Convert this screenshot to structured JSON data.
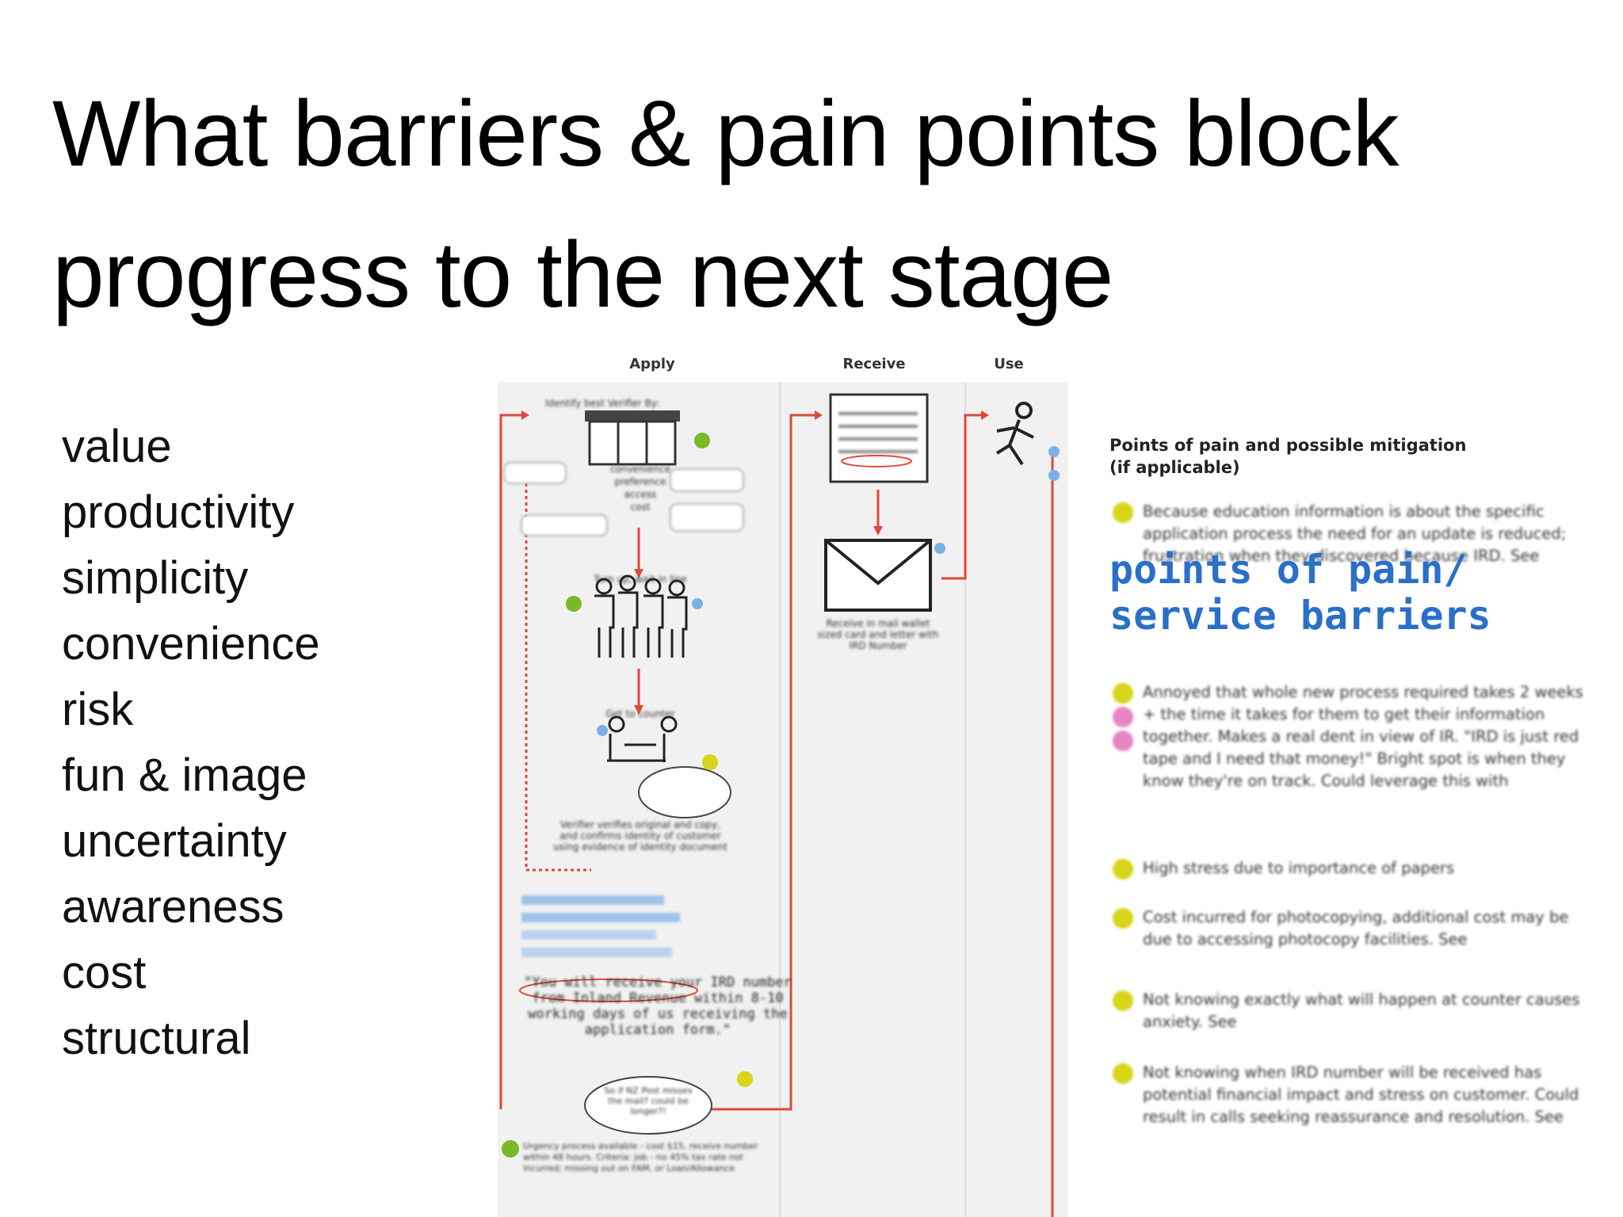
{
  "title": {
    "line1": "What barriers & pain points block",
    "line2": "progress to the next stage"
  },
  "factors": [
    "value",
    "productivity",
    "simplicity",
    "convenience",
    "risk",
    "fun & image",
    "uncertainty",
    "awareness",
    "cost",
    "structural"
  ],
  "journey_map": {
    "columns": [
      "Apply",
      "Receive",
      "Use"
    ],
    "steps": {
      "identify": "Identify best Verifier By:",
      "factor1": "convenience",
      "factor2": "preference",
      "factor3": "access",
      "factor4": "cost",
      "turn_up": "Turn up, wait in line",
      "counter": "Get to counter",
      "verifier": "Verifier verifies original and copy, and confirms identity of customer using evidence of identity document",
      "receive_mail": "Receive in mail wallet sized card and letter with IRD Number",
      "urgency": "Urgency process available - cost $15, receive number within 48 hours. Criteria: job - no 45% tax rate not incurred; missing out on FAM, or Loan/Allowance"
    },
    "quote": "\"You will receive your IRD number from Inland Revenue within 8-10 working days of us receiving the application form.\"",
    "thought": "So if NZ Post misses the mail? could be longer?!"
  },
  "pain_points": {
    "heading_line1": "Points of pain and possible mitigation",
    "heading_line2": "(if applicable)",
    "overlay_line1": "points of pain/",
    "overlay_line2": "service barriers",
    "items": [
      "Because education information is about the specific application process the need for an update is reduced; frustration when they discovered because IRD. See",
      "Annoyed that whole new process required takes 2 weeks + the time it takes for them to get their information together. Makes a real dent in view of IR. \"IRD is just red tape and I need that money!\" Bright spot is when they know they're on track. Could leverage this with",
      "High stress due to importance of papers",
      "Cost incurred for photocopying, additional cost may be due to accessing photocopy facilities. See",
      "Not knowing exactly what will happen at counter causes anxiety. See",
      "Not knowing when IRD number will be received has potential financial impact and stress on customer. Could result in calls seeking reassurance and resolution. See"
    ]
  },
  "colors": {
    "flow_line": "#e0483a",
    "pain_yellow": "#d7d419",
    "pain_pink": "#e684c4",
    "mitigation_green": "#7bb829",
    "overlay_blue": "#2a6fc9"
  }
}
